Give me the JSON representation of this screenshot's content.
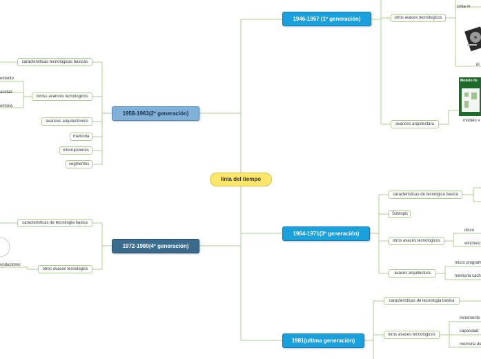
{
  "root": {
    "label": "linia del tiempo"
  },
  "generations": {
    "g1": {
      "label": "1946-1957 (1º generación)",
      "children": {
        "otros": "otros avaces tecnologicos",
        "cinta": "cinta m",
        "di": "di",
        "arq": "avances arquitectara",
        "modelo": "modelo v",
        "img_title": "Modelo de"
      }
    },
    "g2": {
      "label": "1958-1963(2º generación)",
      "children": {
        "caracteristicas": "caracteristicas tecnologicas basicas",
        "otros": "otross avances tecnologicos",
        "inc": "emento",
        "cap": "acidad",
        "mem": "emoria",
        "arq": "avances arquitectonico",
        "memoria": "memoria",
        "interrupciones": "interrupciones",
        "segmentos": "segmentos"
      }
    },
    "g3": {
      "label": "1964-1971(3º generación)",
      "children": {
        "caracteristicas": "caracteristicas de tecnolgica basica",
        "subtopic": "Subtopic",
        "otros": "otros avaces tecnologicos",
        "disco": "disco",
        "winchest": "winchest",
        "arq": "avaces arquitectura",
        "micro": "micro program",
        "cache": "memoria cach"
      }
    },
    "g4": {
      "label": "1972-1980(4º generación)",
      "children": {
        "caracteristicas": "caracteristicas de tecnologia basica",
        "otros": "otros avaces tecnologics",
        "semi": "onductores"
      }
    },
    "g5": {
      "label": "1981(ultima generación)",
      "children": {
        "caracteristicas": "caracteristicas  de tecnologia basica",
        "otros": "otros avaces tecnologicos",
        "inc": "incremento",
        "cap": "capacidad",
        "mem": "memoria de"
      }
    }
  },
  "colors": {
    "connector": "#a9cf8c",
    "root_fill": "#fde76a",
    "gen_blue": "#1aa0dc",
    "gen_light": "#7fb1d9",
    "gen_dark": "#3a6b8c"
  }
}
